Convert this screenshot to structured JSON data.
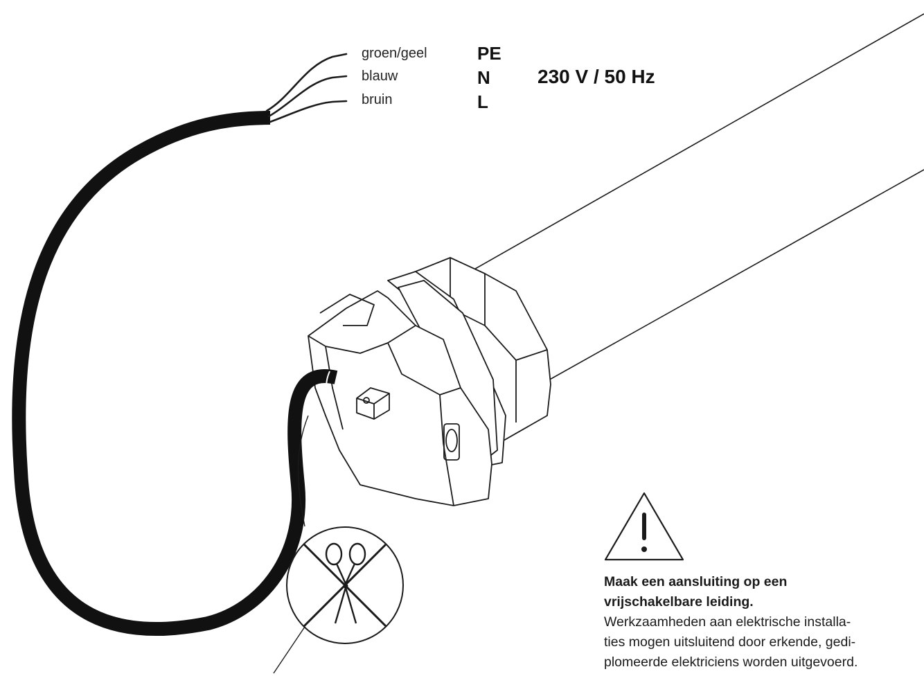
{
  "wiring": {
    "wires": [
      {
        "color_name": "groen/geel",
        "code": "PE"
      },
      {
        "color_name": "blauw",
        "code": "N"
      },
      {
        "color_name": "bruin",
        "code": "L"
      }
    ],
    "supply": "230 V / 50 Hz"
  },
  "warning": {
    "title_line1": "Maak een aansluiting op een",
    "title_line2": "vrijschakelbare leiding.",
    "body_line1": "Werkzaamheden aan elektrische installa-",
    "body_line2": "ties mogen uitsluitend door erkende, gedi-",
    "body_line3": "plomeerde elektriciens worden uitgevoerd."
  },
  "icons": {
    "warning": "warning-triangle-icon",
    "no_cut": "no-cutting-scissors-icon"
  },
  "colors": {
    "line": "#1a1a1a",
    "cable": "#111111",
    "motor_fill": "#ffffff"
  }
}
